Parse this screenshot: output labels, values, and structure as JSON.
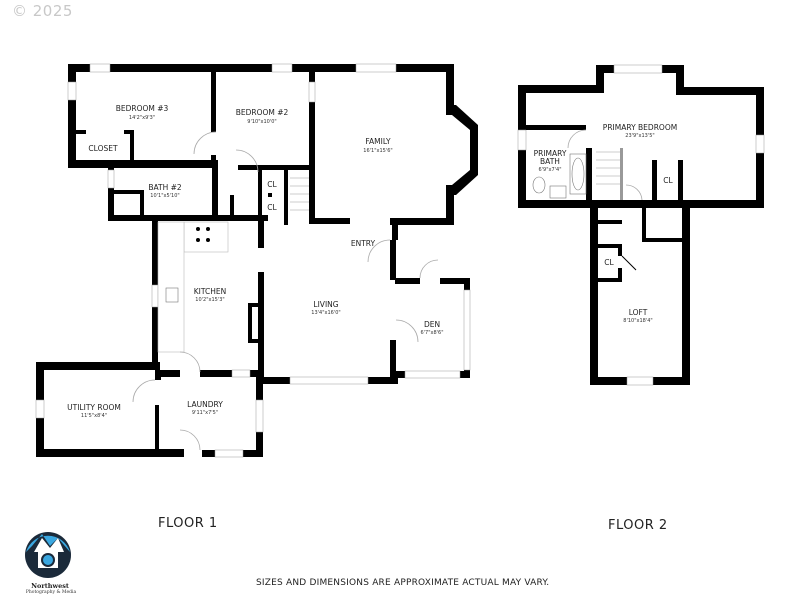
{
  "header": {
    "copyright": "© 2025"
  },
  "floors": [
    {
      "label": "FLOOR 1",
      "rooms": [
        {
          "name": "BEDROOM #3",
          "dim": "14'2\"x9'3\""
        },
        {
          "name": "BEDROOM #2",
          "dim": "9'10\"x10'0\""
        },
        {
          "name": "FAMILY",
          "dim": "16'1\"x15'6\""
        },
        {
          "name": "CLOSET",
          "dim": ""
        },
        {
          "name": "BATH #2",
          "dim": "10'1\"x5'10\""
        },
        {
          "name": "CL",
          "dim": ""
        },
        {
          "name": "CL",
          "dim": ""
        },
        {
          "name": "ENTRY",
          "dim": ""
        },
        {
          "name": "KITCHEN",
          "dim": "10'2\"x15'3\""
        },
        {
          "name": "LIVING",
          "dim": "13'4\"x16'0\""
        },
        {
          "name": "DEN",
          "dim": "6'7\"x8'6\""
        },
        {
          "name": "UTILITY ROOM",
          "dim": "11'5\"x8'4\""
        },
        {
          "name": "LAUNDRY",
          "dim": "9'11\"x7'5\""
        }
      ]
    },
    {
      "label": "FLOOR 2",
      "rooms": [
        {
          "name": "PRIMARY BEDROOM",
          "dim": "23'9\"x13'5\""
        },
        {
          "name": "PRIMARY",
          "name2": "BATH",
          "dim": "6'9\"x7'4\""
        },
        {
          "name": "CL",
          "dim": ""
        },
        {
          "name": "CL",
          "dim": ""
        },
        {
          "name": "LOFT",
          "dim": "8'10\"x18'4\""
        }
      ]
    }
  ],
  "footer": {
    "disclaimer": "SIZES AND DIMENSIONS ARE APPROXIMATE ACTUAL MAY VARY.",
    "logo_line1": "Northwest",
    "logo_line2": "Photography & Media"
  },
  "colors": {
    "wall": "#000000",
    "logo_blue": "#3aa7e0",
    "logo_dark": "#1b2a3a"
  }
}
